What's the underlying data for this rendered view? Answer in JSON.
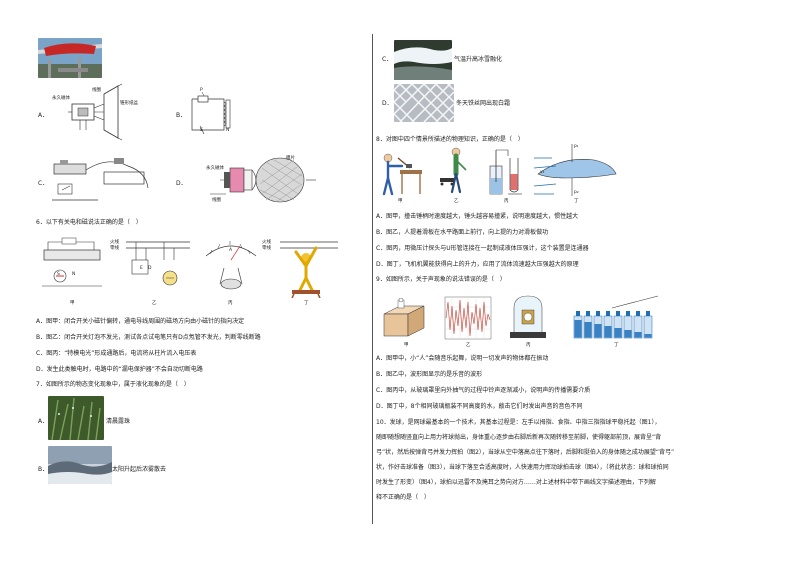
{
  "left": {
    "q5_options": {
      "A": "A．",
      "B": "B．",
      "C": "C．",
      "D": "D．",
      "A_labels": {
        "magnet": "永久磁体",
        "coil": "线圈",
        "cone": "锥形纸盆"
      },
      "B_labels": {
        "P": "P",
        "S": "S",
        "N": "N"
      },
      "D_labels": {
        "magnet": "永久磁体",
        "coil": "线圈",
        "diaphragm": "膜片"
      }
    },
    "q6": {
      "stem": "6．以下有关电和磁说法正确的是（　）",
      "fig_labels": {
        "jia": "甲",
        "yi": "乙",
        "bing": "丙",
        "ding": "丁",
        "huoxian": "火线",
        "lingxian": "零线",
        "huoxian2": "火线",
        "lingxian2": "零线",
        "ammeter": "A",
        "E": "E",
        "D": "D",
        "S": "S",
        "N": "N"
      },
      "options": [
        "A．图甲：闭合开关小磁针偏转，通电导线周围的磁场方向由小磁针的指向决定",
        "B．图乙：闭合开关灯泡不发光，测试各点试电笔只有D点氖管不发光，判断零线断路",
        "C．图丙：“特模电光”形成通路后，电流将从柱片流入电压表",
        "D．发生此类触电时，电路中的“漏电保护器”不会自动切断电路"
      ]
    },
    "q7": {
      "stem": "7．如图所示的物态变化现象中，属于液化现象的是（　）",
      "A": "A．",
      "A_caption": "清晨露珠",
      "B": "B．",
      "B_caption": "太阳升起后浓雾散去"
    }
  },
  "right": {
    "q7_cont": {
      "C": "C．",
      "C_caption": "气温升高冰雪融化",
      "D": "D．",
      "D_caption": "冬天铁丝网出现白霜"
    },
    "q8": {
      "stem": "8．对图中四个情景所描述的物理知识，正确的是（　）",
      "fig_labels": {
        "jia": "甲",
        "yi": "乙",
        "bing": "丙",
        "ding": "丁",
        "v": "v₁",
        "p1": "p₁",
        "p2": "p₂"
      },
      "options": [
        "A．图甲，撞击锤柄时速度越大，锤头越容易撞紧，说明速度越大，惯性越大",
        "B．图乙，人提着滑板在水平路面上前行，向上提的力对滑板做功",
        "C．图丙，用微压计探头与U形管连接在一起制成液体压强计，这个装置是连通器",
        "D．图丁，飞机机翼能获得向上的升力，应用了流体流速越大压强越大的原理"
      ]
    },
    "q9": {
      "stem": "9．如图所示，关于声现象的说法错误的是（　）",
      "fig_labels": {
        "jia": "甲",
        "yi": "乙",
        "bing": "丙",
        "ding": "丁"
      },
      "options": [
        "A．图甲中，小“人”会随音乐起舞，说明一切发声的物体都在振动",
        "B．图乙中，波形图显示的是乐音的波形",
        "C．图丙中，从玻璃罩里向外抽气的过程中铃声逐渐减小，说明声的传播需要介质",
        "D．图丁中，8个相同玻璃瓶装不同高度的水，敲击它们时发出声音的音色不同"
      ]
    },
    "q10": {
      "lines": [
        "10．发球，是网球最基本的一个技术，其基本过程是：左手以拇指、食指、中指三指指球平稳托起（图1），",
        "随即随想随竖直向上用力将球抛出，身体重心逐步由右脚后新再次随转移至前脚，使得躯部前顶，展背呈“背",
        "弓”状，然后按弹背弓并发力挥拍（图2），当球从空中落高点往下落时，后脚和挺伯入的身体随之成功展望“背弓”",
        "状，作好击球准备（图3），当球下落至合适高度时，人快速用力挥动球拍击球（图4），（将此状态：球和球拍同",
        "时发生了形变）（图4），球拍以迅雷不及掩耳之势向对方……对上述材料中带下画线文字描述理由，下列解",
        "释不正确的是（　）"
      ]
    }
  }
}
